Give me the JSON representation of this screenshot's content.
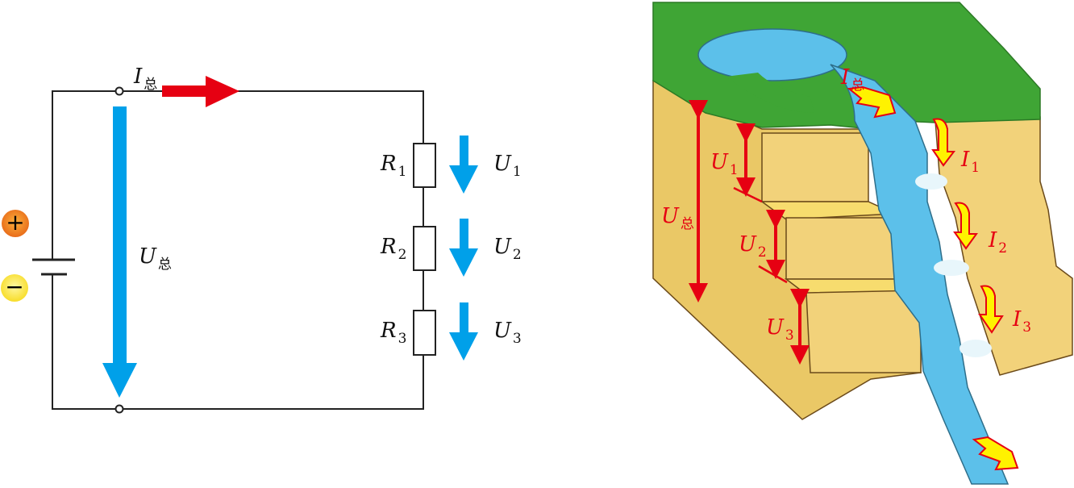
{
  "circuit": {
    "current_total": {
      "symbol": "I",
      "sub": "总"
    },
    "voltage_total": {
      "symbol": "U",
      "sub": "总"
    },
    "resistors": [
      {
        "symbol": "R",
        "sub": "1"
      },
      {
        "symbol": "R",
        "sub": "2"
      },
      {
        "symbol": "R",
        "sub": "3"
      }
    ],
    "voltages": [
      {
        "symbol": "U",
        "sub": "1"
      },
      {
        "symbol": "U",
        "sub": "2"
      },
      {
        "symbol": "U",
        "sub": "3"
      }
    ],
    "battery": {
      "plus": "+",
      "minus": "−"
    },
    "colors": {
      "current_arrow": "#e60012",
      "voltage_arrow": "#00a0e9",
      "wire": "#222222"
    }
  },
  "waterfall": {
    "current_total": {
      "symbol": "I",
      "sub": "总"
    },
    "voltage_total": {
      "symbol": "U",
      "sub": "总"
    },
    "currents": [
      {
        "symbol": "I",
        "sub": "1"
      },
      {
        "symbol": "I",
        "sub": "2"
      },
      {
        "symbol": "I",
        "sub": "3"
      }
    ],
    "voltages": [
      {
        "symbol": "U",
        "sub": "1"
      },
      {
        "symbol": "U",
        "sub": "2"
      },
      {
        "symbol": "U",
        "sub": "3"
      }
    ],
    "colors": {
      "grass": "#3fa535",
      "cliff": "#f0c860",
      "water": "#5cc0ea",
      "label": "#e60012",
      "flow_arrow": "#fff200"
    }
  }
}
